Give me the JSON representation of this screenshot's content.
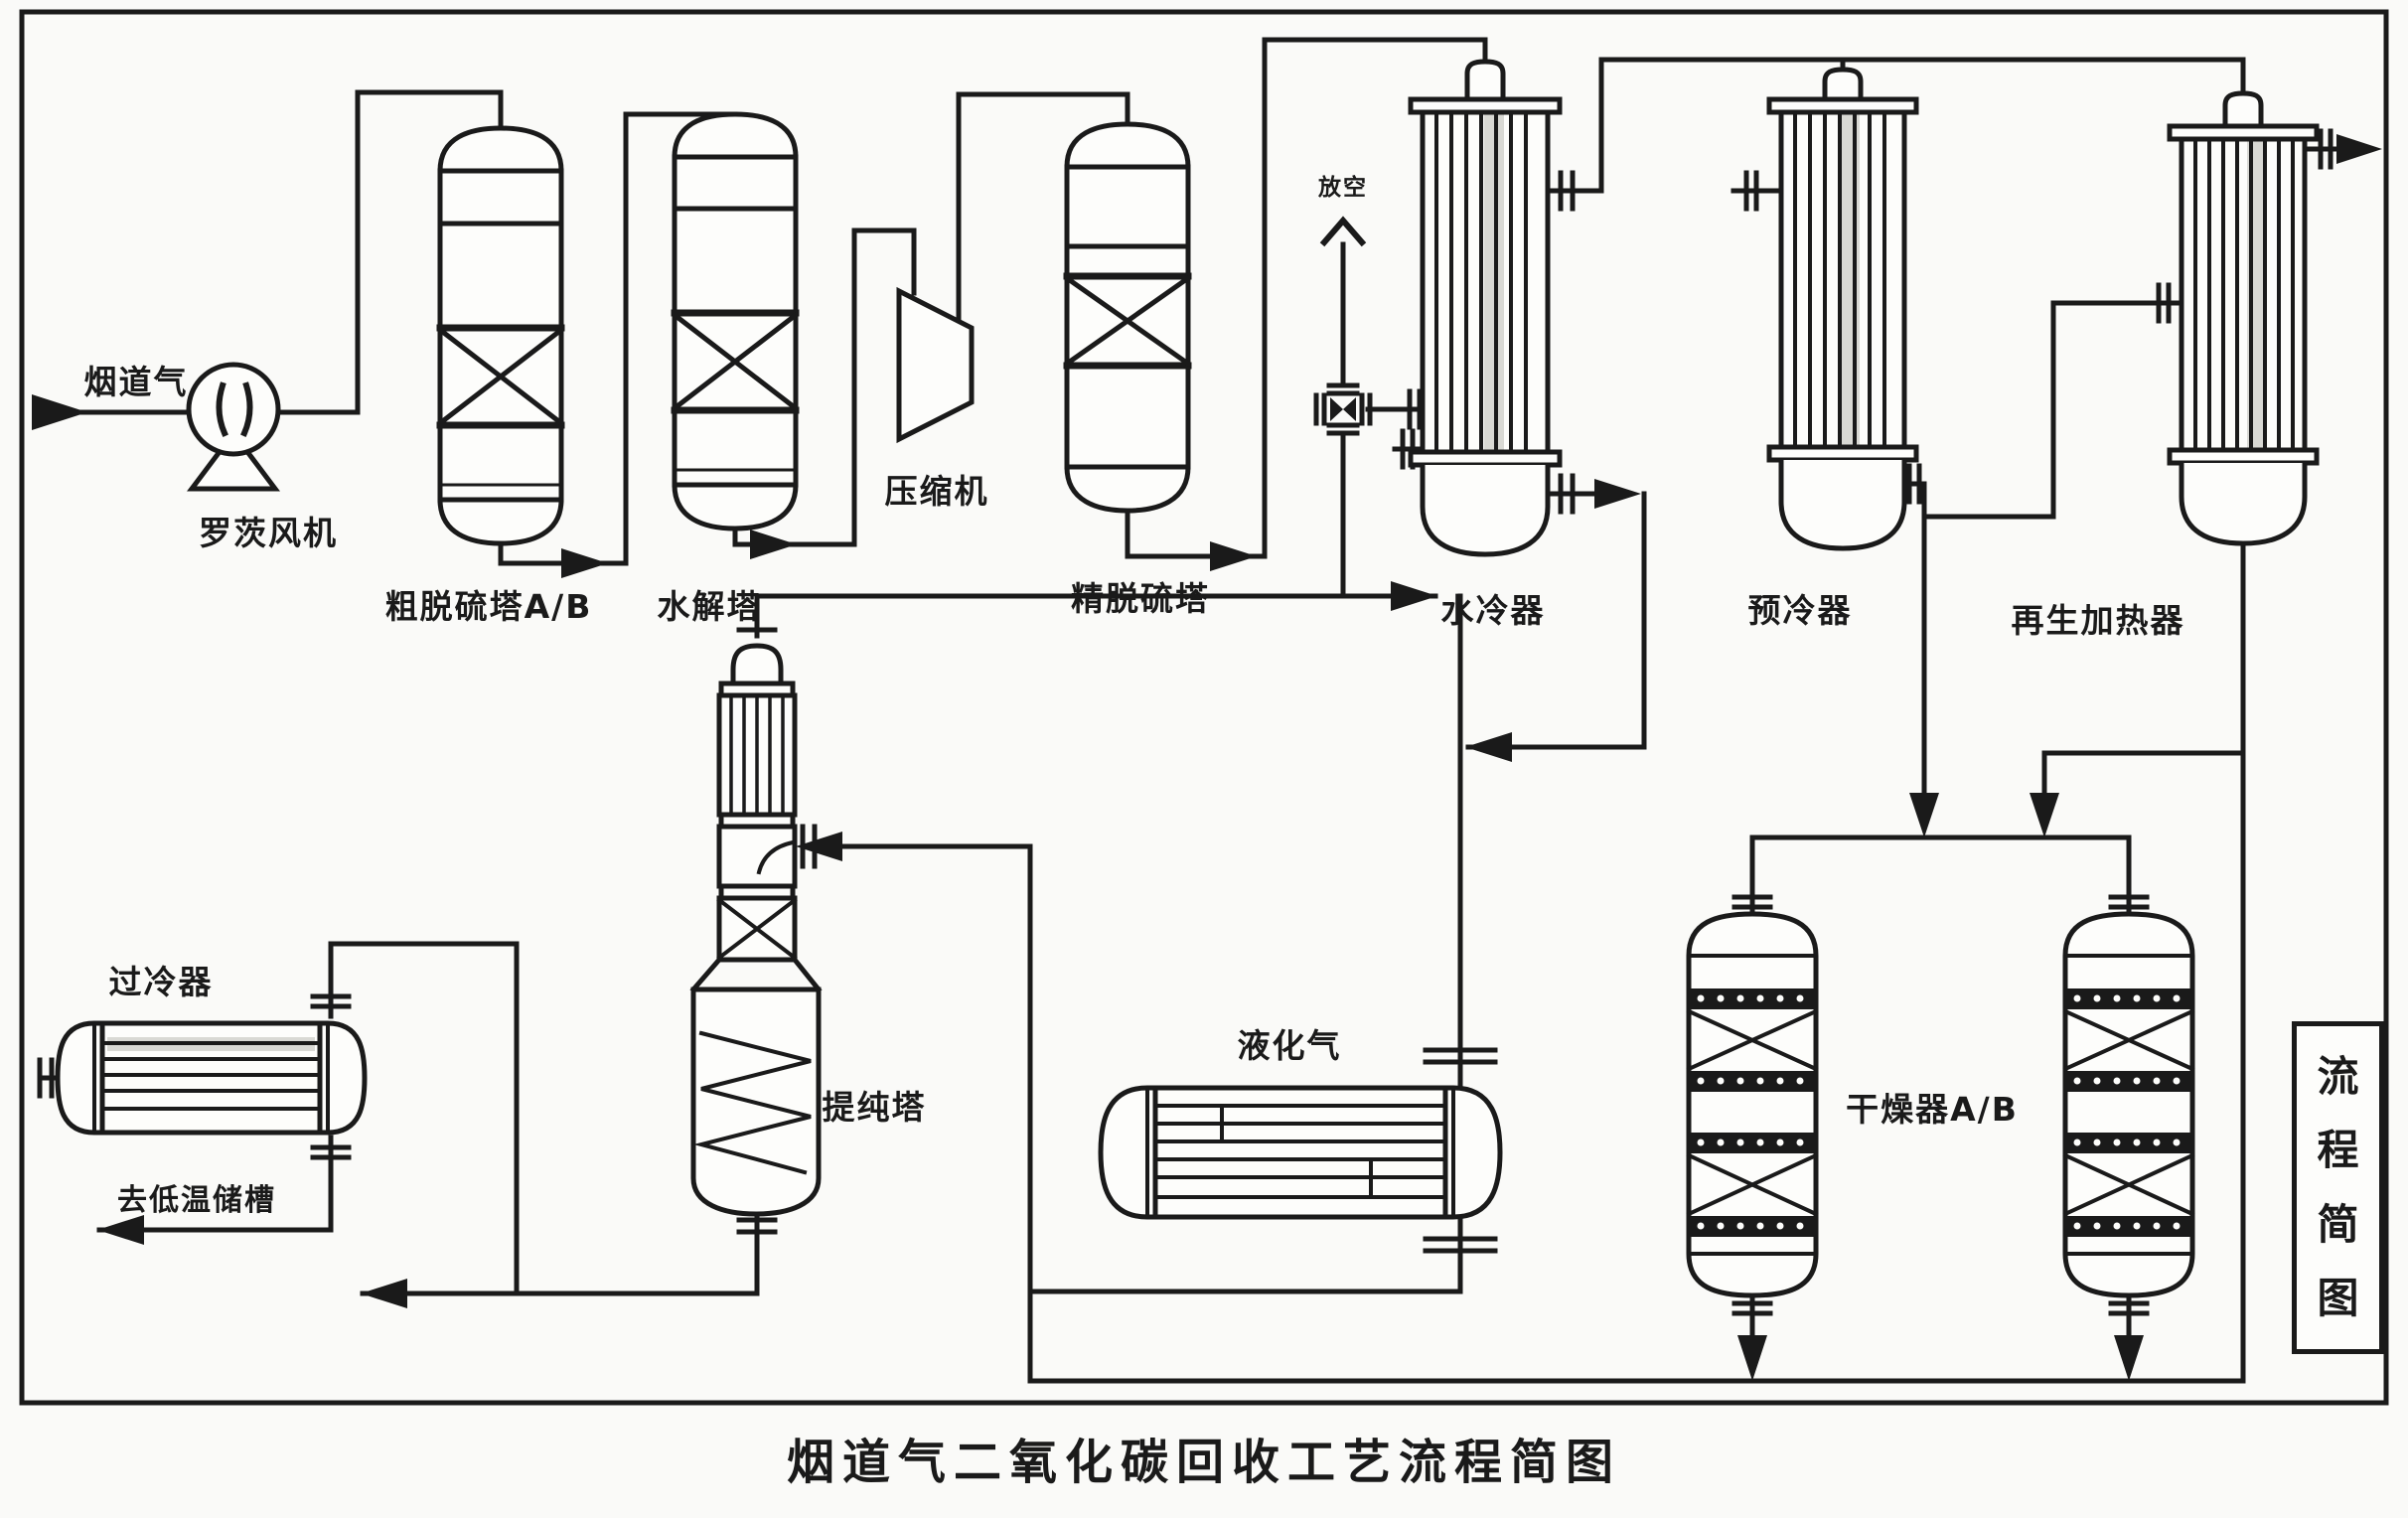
{
  "title": "烟道气二氧化碳回收工艺流程简图",
  "corner_box": {
    "label": "流程简图",
    "chars": [
      "流",
      "程",
      "简",
      "图"
    ]
  },
  "streams": {
    "inlet": "烟道气",
    "vent": "放空",
    "to_storage": "去低温储槽"
  },
  "equipment": {
    "blower": "罗茨风机",
    "crude_desulf_tower": "粗脱硫塔A/B",
    "hydrolysis_tower": "水解塔",
    "compressor": "压缩机",
    "fine_desulf_tower": "精脱硫塔",
    "water_cooler": "水冷器",
    "precooler": "预冷器",
    "regen_heater": "再生加热器",
    "subcooler": "过冷器",
    "purification_tower": "提纯塔",
    "liquefier": "液化气",
    "dryer": "干燥器A/B"
  },
  "colors": {
    "line": "#1a1a1a",
    "background": "#fafaf8",
    "tube_shade": "#d9d9d4"
  }
}
